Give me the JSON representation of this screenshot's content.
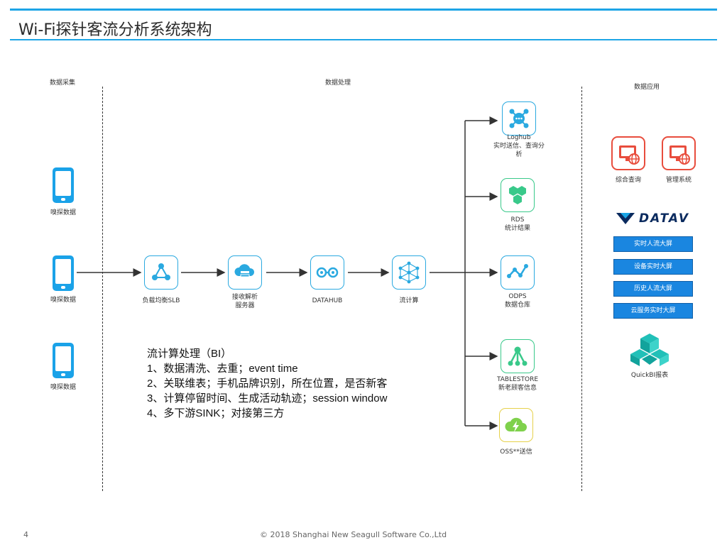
{
  "title": "Wi-Fi探针客流分析系统架构",
  "sections": {
    "collect": "数据采集",
    "process": "数据处理",
    "apply": "数据应用"
  },
  "probes": [
    "嗅探数据",
    "嗅探数据",
    "嗅探数据"
  ],
  "pipeline": {
    "slb": "负载均衡SLB",
    "server": [
      "接收解析",
      "服务器"
    ],
    "datahub": "DATAHUB",
    "stream": "流计算"
  },
  "outputs": {
    "loghub": [
      "Loghub",
      "实时送信、查询分",
      "析"
    ],
    "rds": [
      "RDS",
      "统计结果"
    ],
    "odps": [
      "ODPS",
      "数据仓库"
    ],
    "tablestore": [
      "TABLESTORE",
      "新老顾客信息"
    ],
    "oss": [
      "OSS**送信"
    ]
  },
  "apps": {
    "query": "综合查询",
    "manage": "管理系统",
    "datav_logo": "DATAV",
    "screens": [
      "实时人流大屏",
      "设备实时大屏",
      "历史人流大屏",
      "云服务实时大屏"
    ],
    "quickbi": "QuickBI报表"
  },
  "notes": [
    "流计算处理（BI）",
    "1、数据清洗、去重；event time",
    "2、关联维表；手机品牌识别，所在位置，是否新客",
    "3、计算停留时间、生成活动轨迹；session window",
    "4、多下游SINK；对接第三方"
  ],
  "footer": {
    "page": "4",
    "copyright": "© 2018 Shanghai New Seagull Software Co.,Ltd"
  },
  "colors": {
    "accent": "#1ea5e6",
    "node_blue": "#2aa9e0",
    "node_green": "#39c98a",
    "app_red": "#e84d3d",
    "button_blue": "#1a86e0"
  }
}
